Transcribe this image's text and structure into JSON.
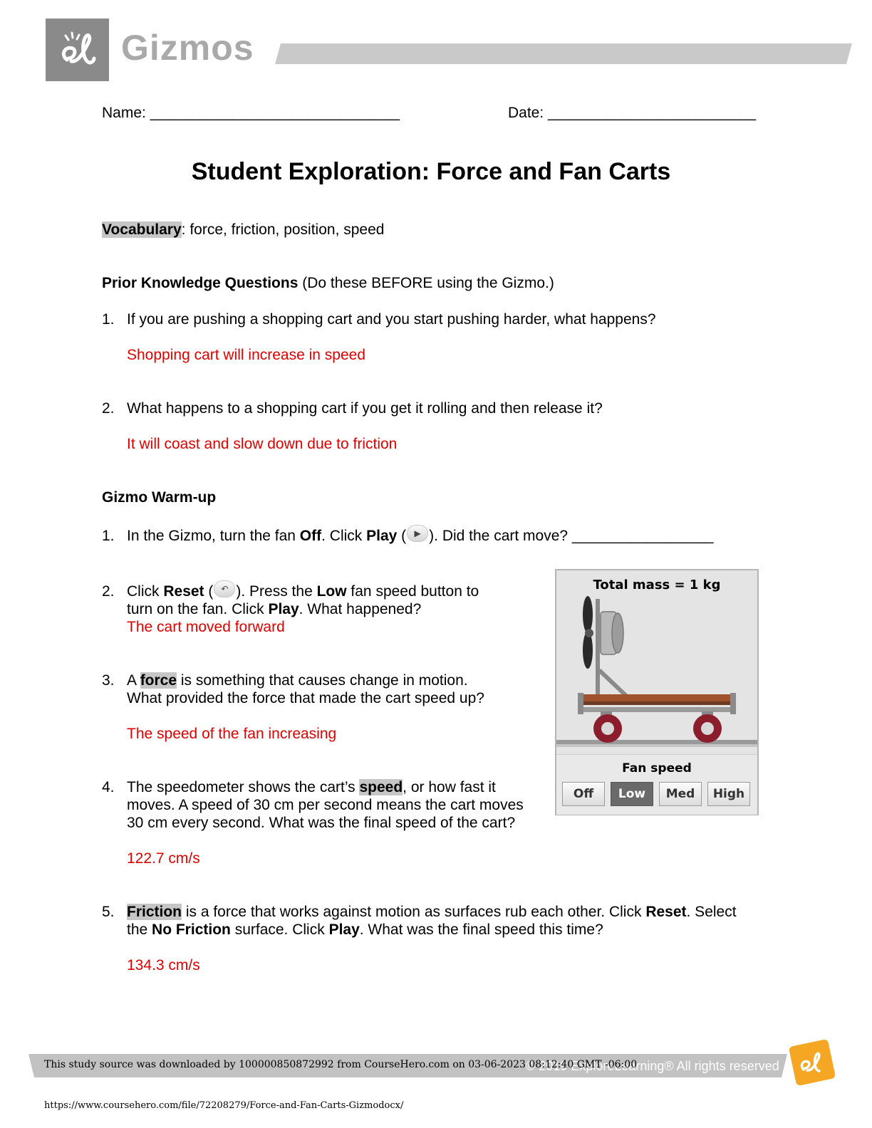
{
  "header": {
    "brand": "Gizmos"
  },
  "form": {
    "name_label": "Name:",
    "name_blank": "______________________________",
    "date_label": "Date:",
    "date_blank": "_________________________"
  },
  "title": "Student Exploration: Force and Fan Carts",
  "vocabulary": {
    "label": "Vocabulary",
    "terms": ": force, friction, position, speed"
  },
  "prior_knowledge": {
    "heading": "Prior Knowledge Questions",
    "note": " (Do these BEFORE using the Gizmo.)",
    "questions": [
      {
        "number": "1.",
        "text": "If you are pushing a shopping cart and you start pushing harder, what happens?",
        "answer": "Shopping cart will increase in speed"
      },
      {
        "number": "2.",
        "text": "What happens to a shopping cart if you get it rolling and then release it?",
        "answer": "It will coast and slow down due to friction"
      }
    ]
  },
  "warmup": {
    "heading": "Gizmo Warm-up",
    "q1": {
      "number": "1.",
      "p1": "In the Gizmo, turn the fan ",
      "b1": "Off",
      "p2": ". Click ",
      "b2": "Play",
      "p3": " (",
      "p4": "). Did the cart move? _________________",
      "icon": "play-icon"
    },
    "q2": {
      "number": "2.",
      "p1": "Click ",
      "b1": "Reset",
      "p2": " (",
      "p3": "). Press the ",
      "b2": "Low",
      "p4": " fan speed button to",
      "line2_a": "turn on the fan. Click ",
      "line2_b": "Play",
      "line2_c": ". What happened?",
      "answer": "The cart moved forward",
      "icon": "reset-icon"
    },
    "q3": {
      "number": "3.",
      "p1": "A ",
      "term": "force",
      "p2": " is something that causes change in motion.",
      "line2": "What provided the force that made the cart speed up?",
      "answer": "The speed of the fan increasing"
    },
    "q4": {
      "number": "4.",
      "p1": "The speedometer shows the cart’s ",
      "term": "speed",
      "p2": ", or how fast it",
      "line2": "moves. A speed of 30 cm per second means the cart moves",
      "line3": "30 cm every second. What was the final speed of the cart?",
      "answer": "122.7 cm/s"
    },
    "q5": {
      "number": "5.",
      "term": "Friction",
      "p1": " is a force that works against motion as surfaces rub each other. Click ",
      "b1": "Reset",
      "p2": ". Select",
      "line2_a": "the ",
      "line2_b": "No Friction",
      "line2_c": " surface. Click ",
      "line2_d": "Play",
      "line2_e": ". What was the final speed this time?",
      "answer": "134.3 cm/s"
    }
  },
  "gizmo": {
    "total_mass": "Total mass = 1 kg",
    "fan_speed_label": "Fan speed",
    "buttons": [
      "Off",
      "Low",
      "Med",
      "High"
    ],
    "selected": "Low"
  },
  "footer": {
    "copyright": "© 2019 ExploreLearning® All rights reserved",
    "watermark": "This study source was downloaded by 100000850872992 from CourseHero.com on 03-06-2023 08:12:40 GMT -06:00",
    "url": "https://www.coursehero.com/file/72208279/Force-and-Fan-Carts-Gizmodocx/"
  },
  "colors": {
    "answer": "#e00000",
    "brand_gray": "#a9a9a9",
    "highlight": "#c6c6c6"
  }
}
